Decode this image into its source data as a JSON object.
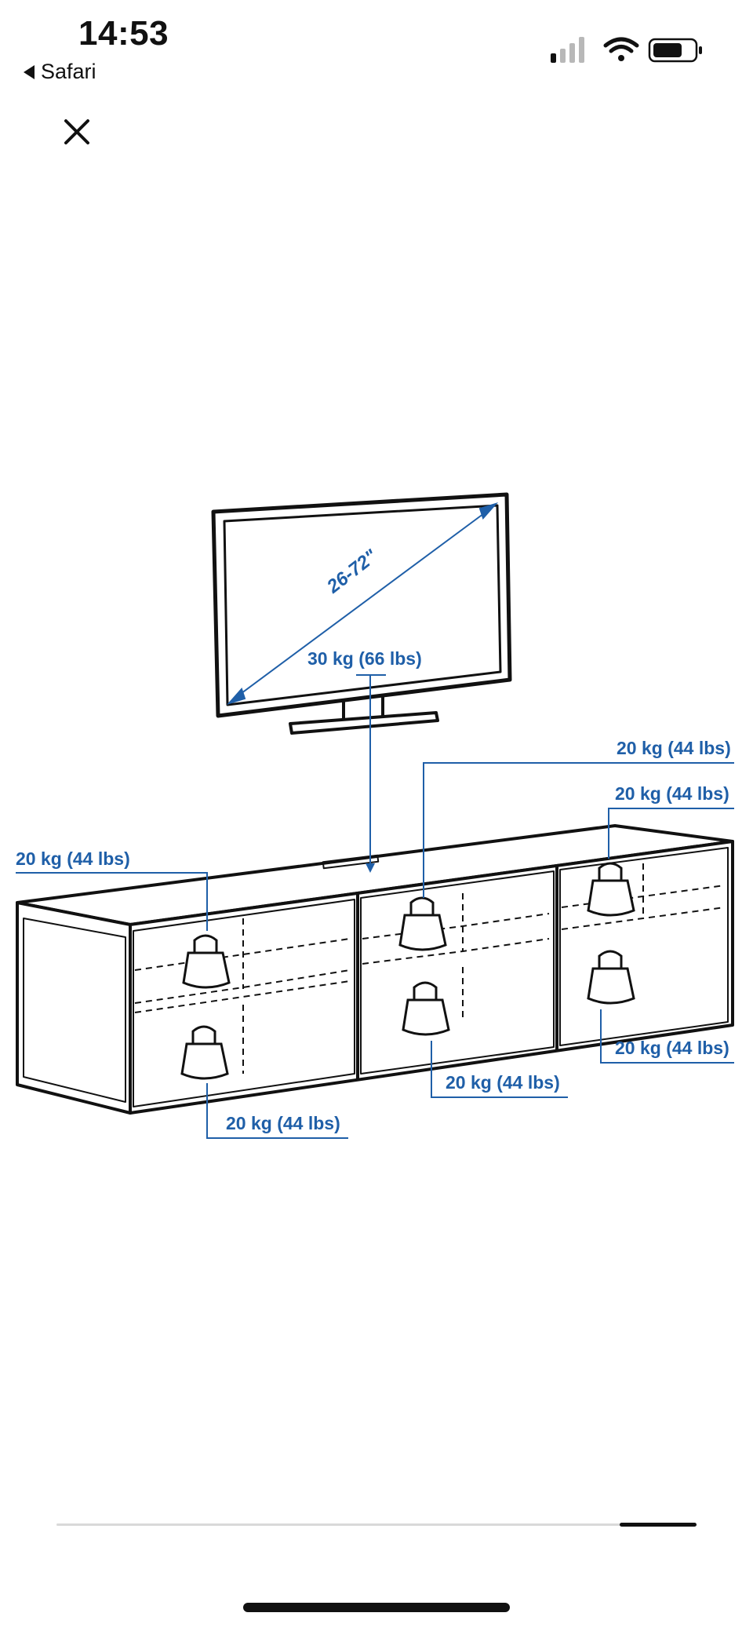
{
  "status_bar": {
    "time": "14:53",
    "back_app": "Safari",
    "icons": [
      "cellular-signal-icon",
      "wifi-icon",
      "battery-icon"
    ]
  },
  "viewer": {
    "close_icon": "close-icon",
    "tv_screen_size": "26-72\"",
    "tv_top_load": "30 kg (66 lbs)",
    "weights": {
      "left_top": "20 kg (44 lbs)",
      "left_bottom": "20 kg (44 lbs)",
      "middle_top": "20 kg (44 lbs)",
      "middle_bottom": "20 kg (44 lbs)",
      "right_top": "20 kg (44 lbs)",
      "right_bottom": "20 kg (44 lbs)"
    },
    "gallery_progress": 0.88
  },
  "colors": {
    "accent_blue": "#1f5fa8",
    "line_dark": "#111111"
  }
}
